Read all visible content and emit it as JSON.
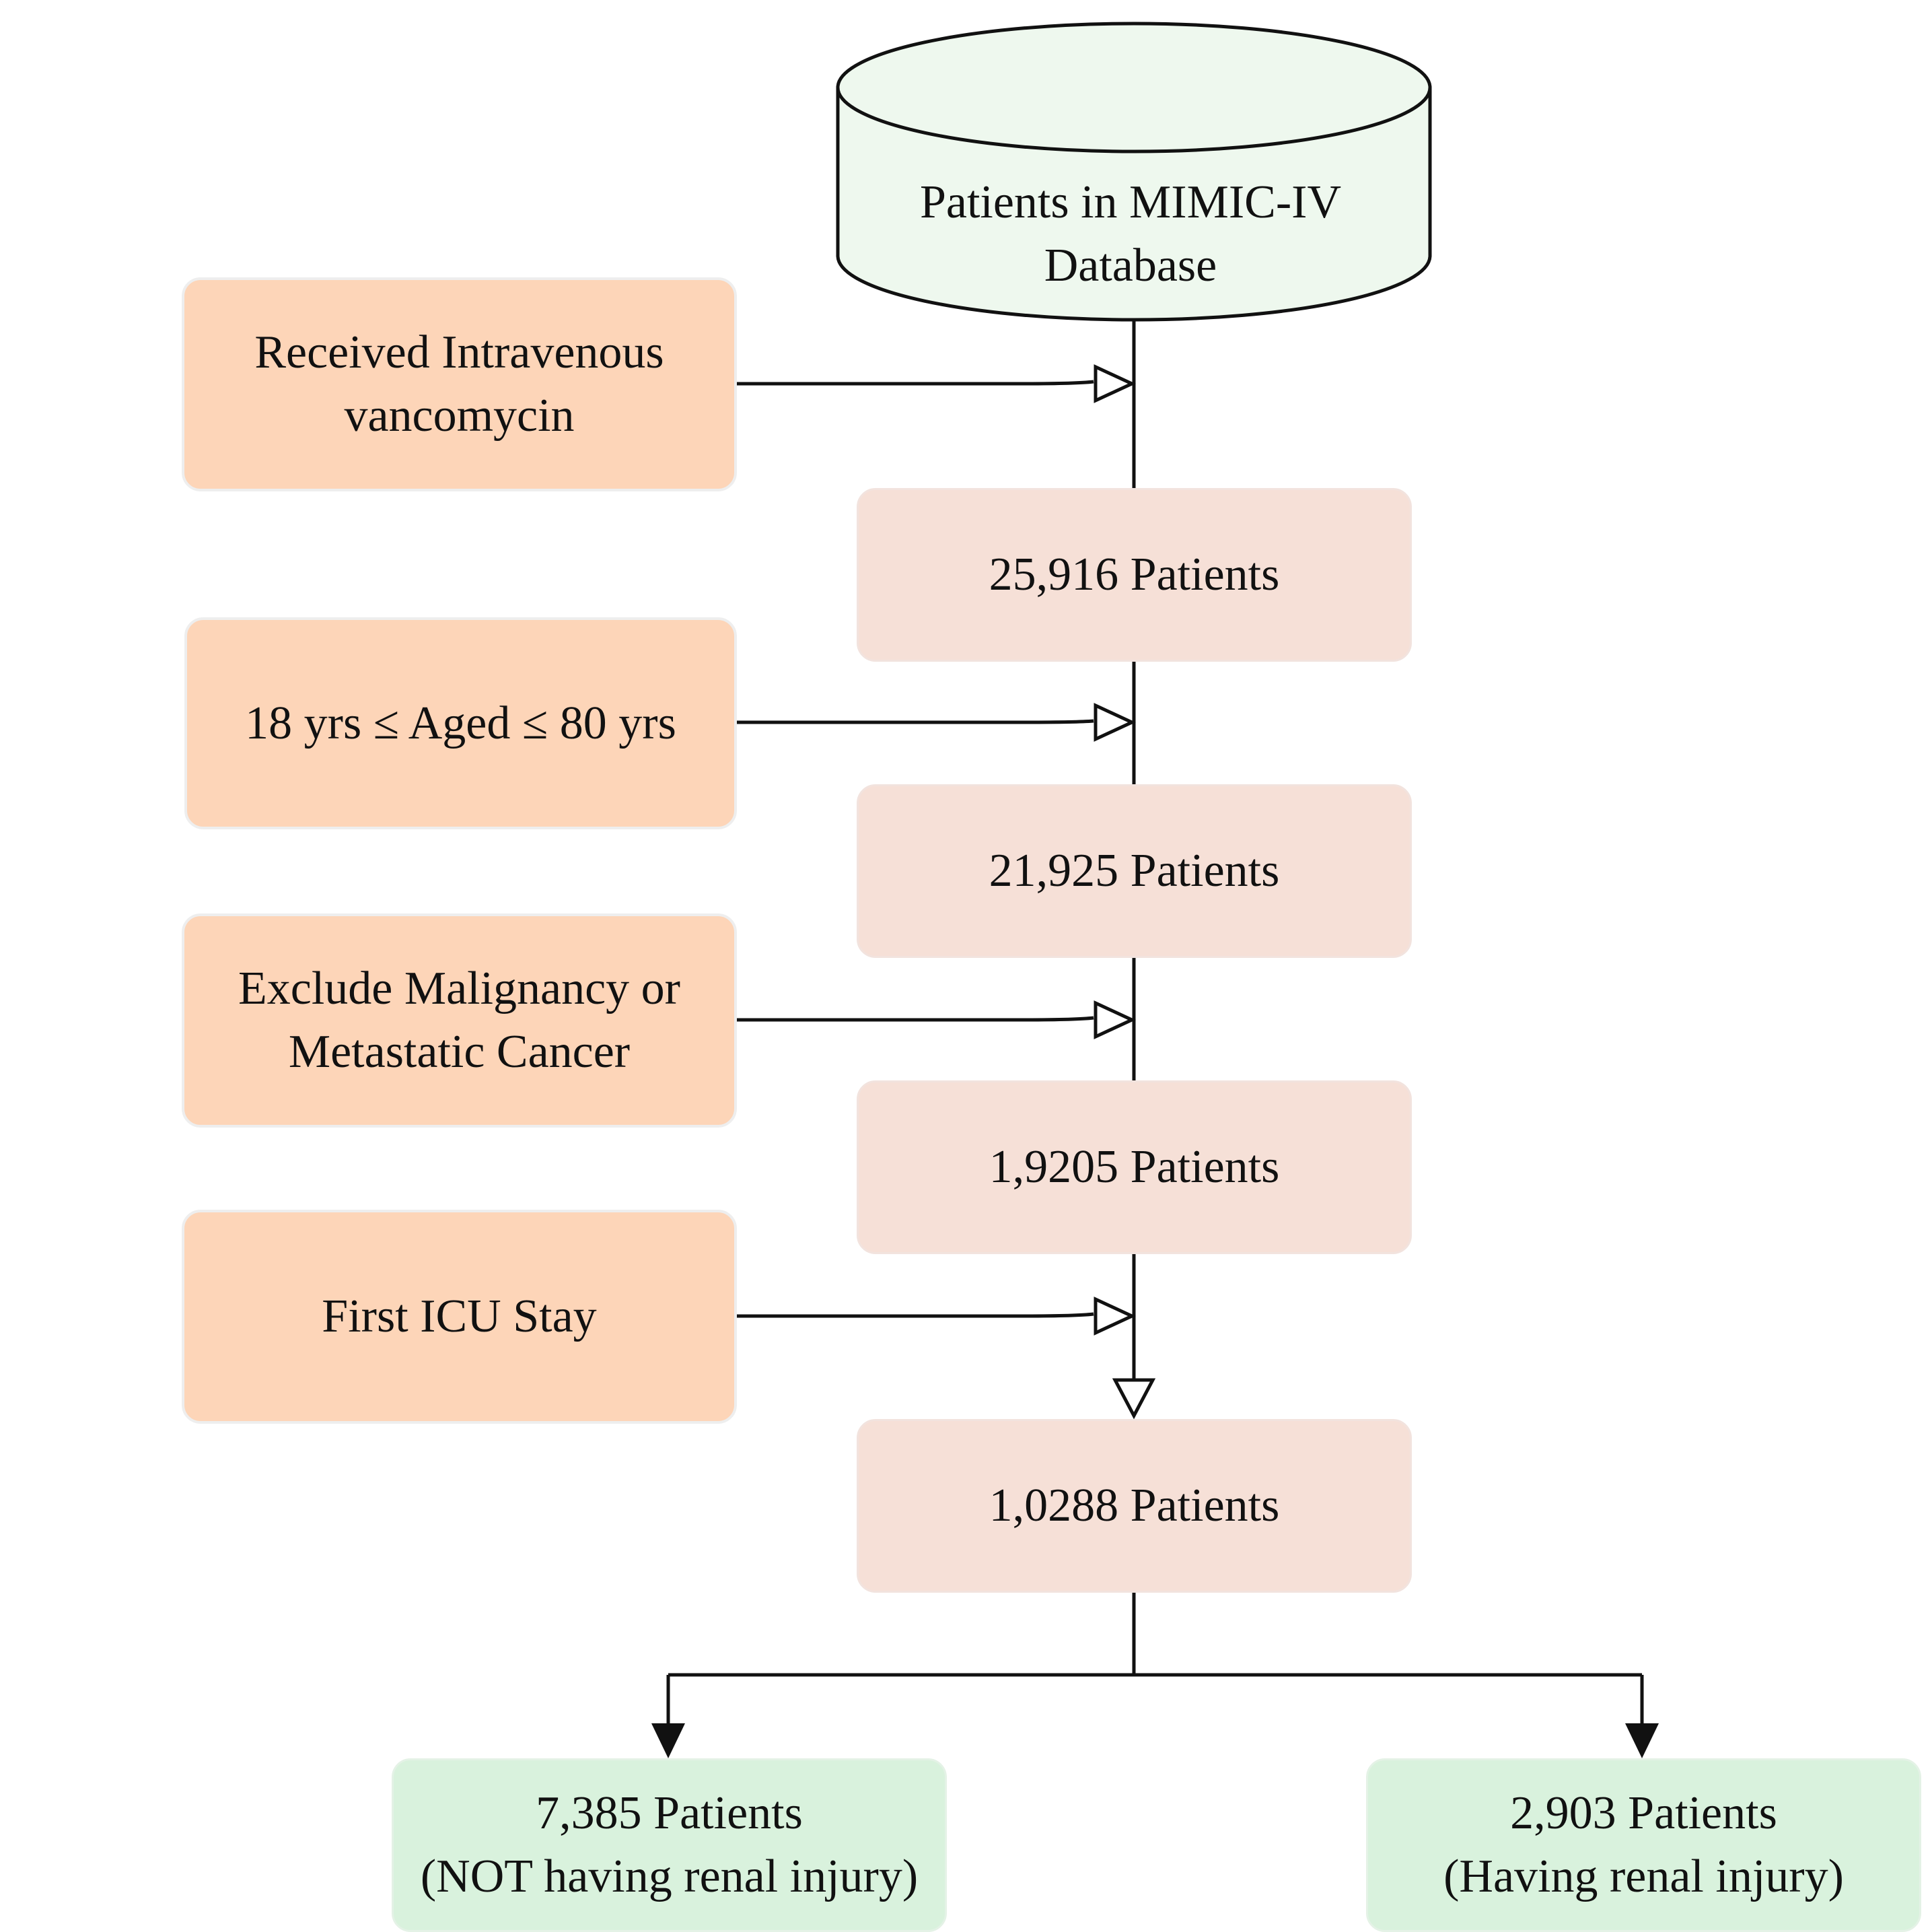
{
  "database": {
    "label": "Patients in MIMIC-IV\nDatabase",
    "fill": "#eef8ee",
    "icon": "database-cylinder-icon"
  },
  "criteria": [
    {
      "label": "Received Intravenous\nvancomycin"
    },
    {
      "label": "18 yrs ≤ Aged ≤ 80 yrs"
    },
    {
      "label": "Exclude Malignancy or\nMetastatic Cancer"
    },
    {
      "label": "First ICU Stay"
    }
  ],
  "counts": [
    {
      "label": "25,916 Patients"
    },
    {
      "label": "21,925 Patients"
    },
    {
      "label": "1,9205 Patients"
    },
    {
      "label": "1,0288 Patients"
    }
  ],
  "outcomes": [
    {
      "label": "7,385 Patients\n(NOT having renal injury)"
    },
    {
      "label": "2,903 Patients\n(Having renal injury)"
    }
  ],
  "colors": {
    "criterion_fill": "#fdd5b8",
    "count_fill": "#f6e0d7",
    "outcome_fill": "#d9f2dd",
    "line": "#111111"
  }
}
